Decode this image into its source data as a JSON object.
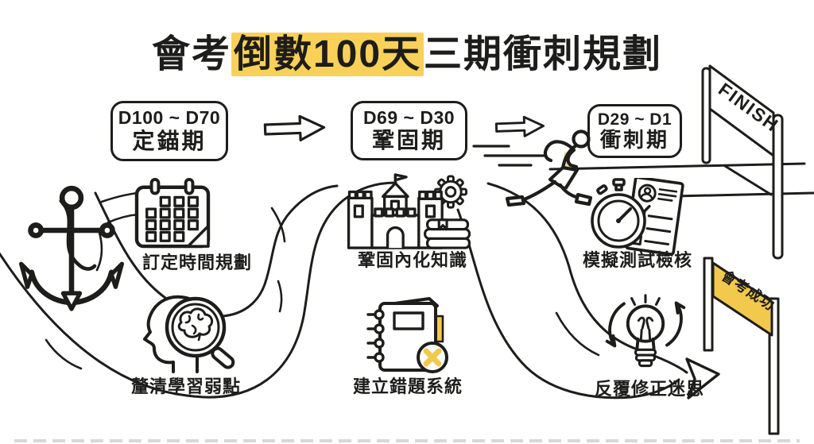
{
  "title": {
    "prefix": "會考",
    "highlight": "倒數100天",
    "suffix": "三期衝刺規劃"
  },
  "phases": [
    {
      "range": "D100 ~ D70",
      "name": "定錨期"
    },
    {
      "range": "D69 ~ D30",
      "name": "鞏固期"
    },
    {
      "range": "D29 ~ D1",
      "name": "衝刺期"
    }
  ],
  "tasks": [
    {
      "label": "訂定時間規劃"
    },
    {
      "label": "釐清學習弱點"
    },
    {
      "label": "鞏固內化知識"
    },
    {
      "label": "建立錯題系統"
    },
    {
      "label": "模擬測試檢核"
    },
    {
      "label": "反覆修正迷思"
    }
  ],
  "finish_banner": {
    "label": "FINISH"
  },
  "success_sign": {
    "label": "會考成功"
  },
  "colors": {
    "ink": "#1d1d1b",
    "accent_yellow": "#f7d154",
    "sign_yellow": "#f2c94c",
    "background": "#ffffff"
  }
}
